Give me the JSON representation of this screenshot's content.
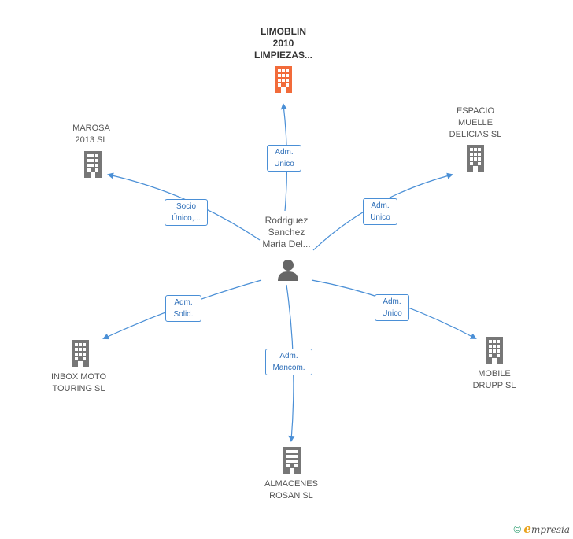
{
  "center": {
    "name": "Rodriguez\nSanchez\nMaria Del...",
    "icon": "person-icon"
  },
  "nodes": [
    {
      "id": "limoblin",
      "name": "LIMOBLIN\n2010\nLIMPIEZAS...",
      "highlight": true,
      "icon": "building-icon",
      "role": "Adm.\nUnico"
    },
    {
      "id": "marosa",
      "name": "MAROSA\n2013  SL",
      "highlight": false,
      "icon": "building-icon",
      "role": "Socio\nÚnico,..."
    },
    {
      "id": "espacio",
      "name": "ESPACIO\nMUELLE\nDELICIAS  SL",
      "highlight": false,
      "icon": "building-icon",
      "role": "Adm.\nUnico"
    },
    {
      "id": "inbox",
      "name": "INBOX MOTO\nTOURING SL",
      "highlight": false,
      "icon": "building-icon",
      "role": "Adm.\nSolid."
    },
    {
      "id": "mobile",
      "name": "MOBILE\nDRUPP SL",
      "highlight": false,
      "icon": "building-icon",
      "role": "Adm.\nUnico"
    },
    {
      "id": "almacenes",
      "name": "ALMACENES\nROSAN SL",
      "highlight": false,
      "icon": "building-icon",
      "role": "Adm.\nMancom."
    }
  ],
  "colors": {
    "edge": "#4a8fd6",
    "highlight": "#f26b3a",
    "building": "#777777",
    "person": "#666666"
  },
  "footer": {
    "copyright": "©",
    "brand_initial": "e",
    "brand_rest": "mpresia"
  }
}
